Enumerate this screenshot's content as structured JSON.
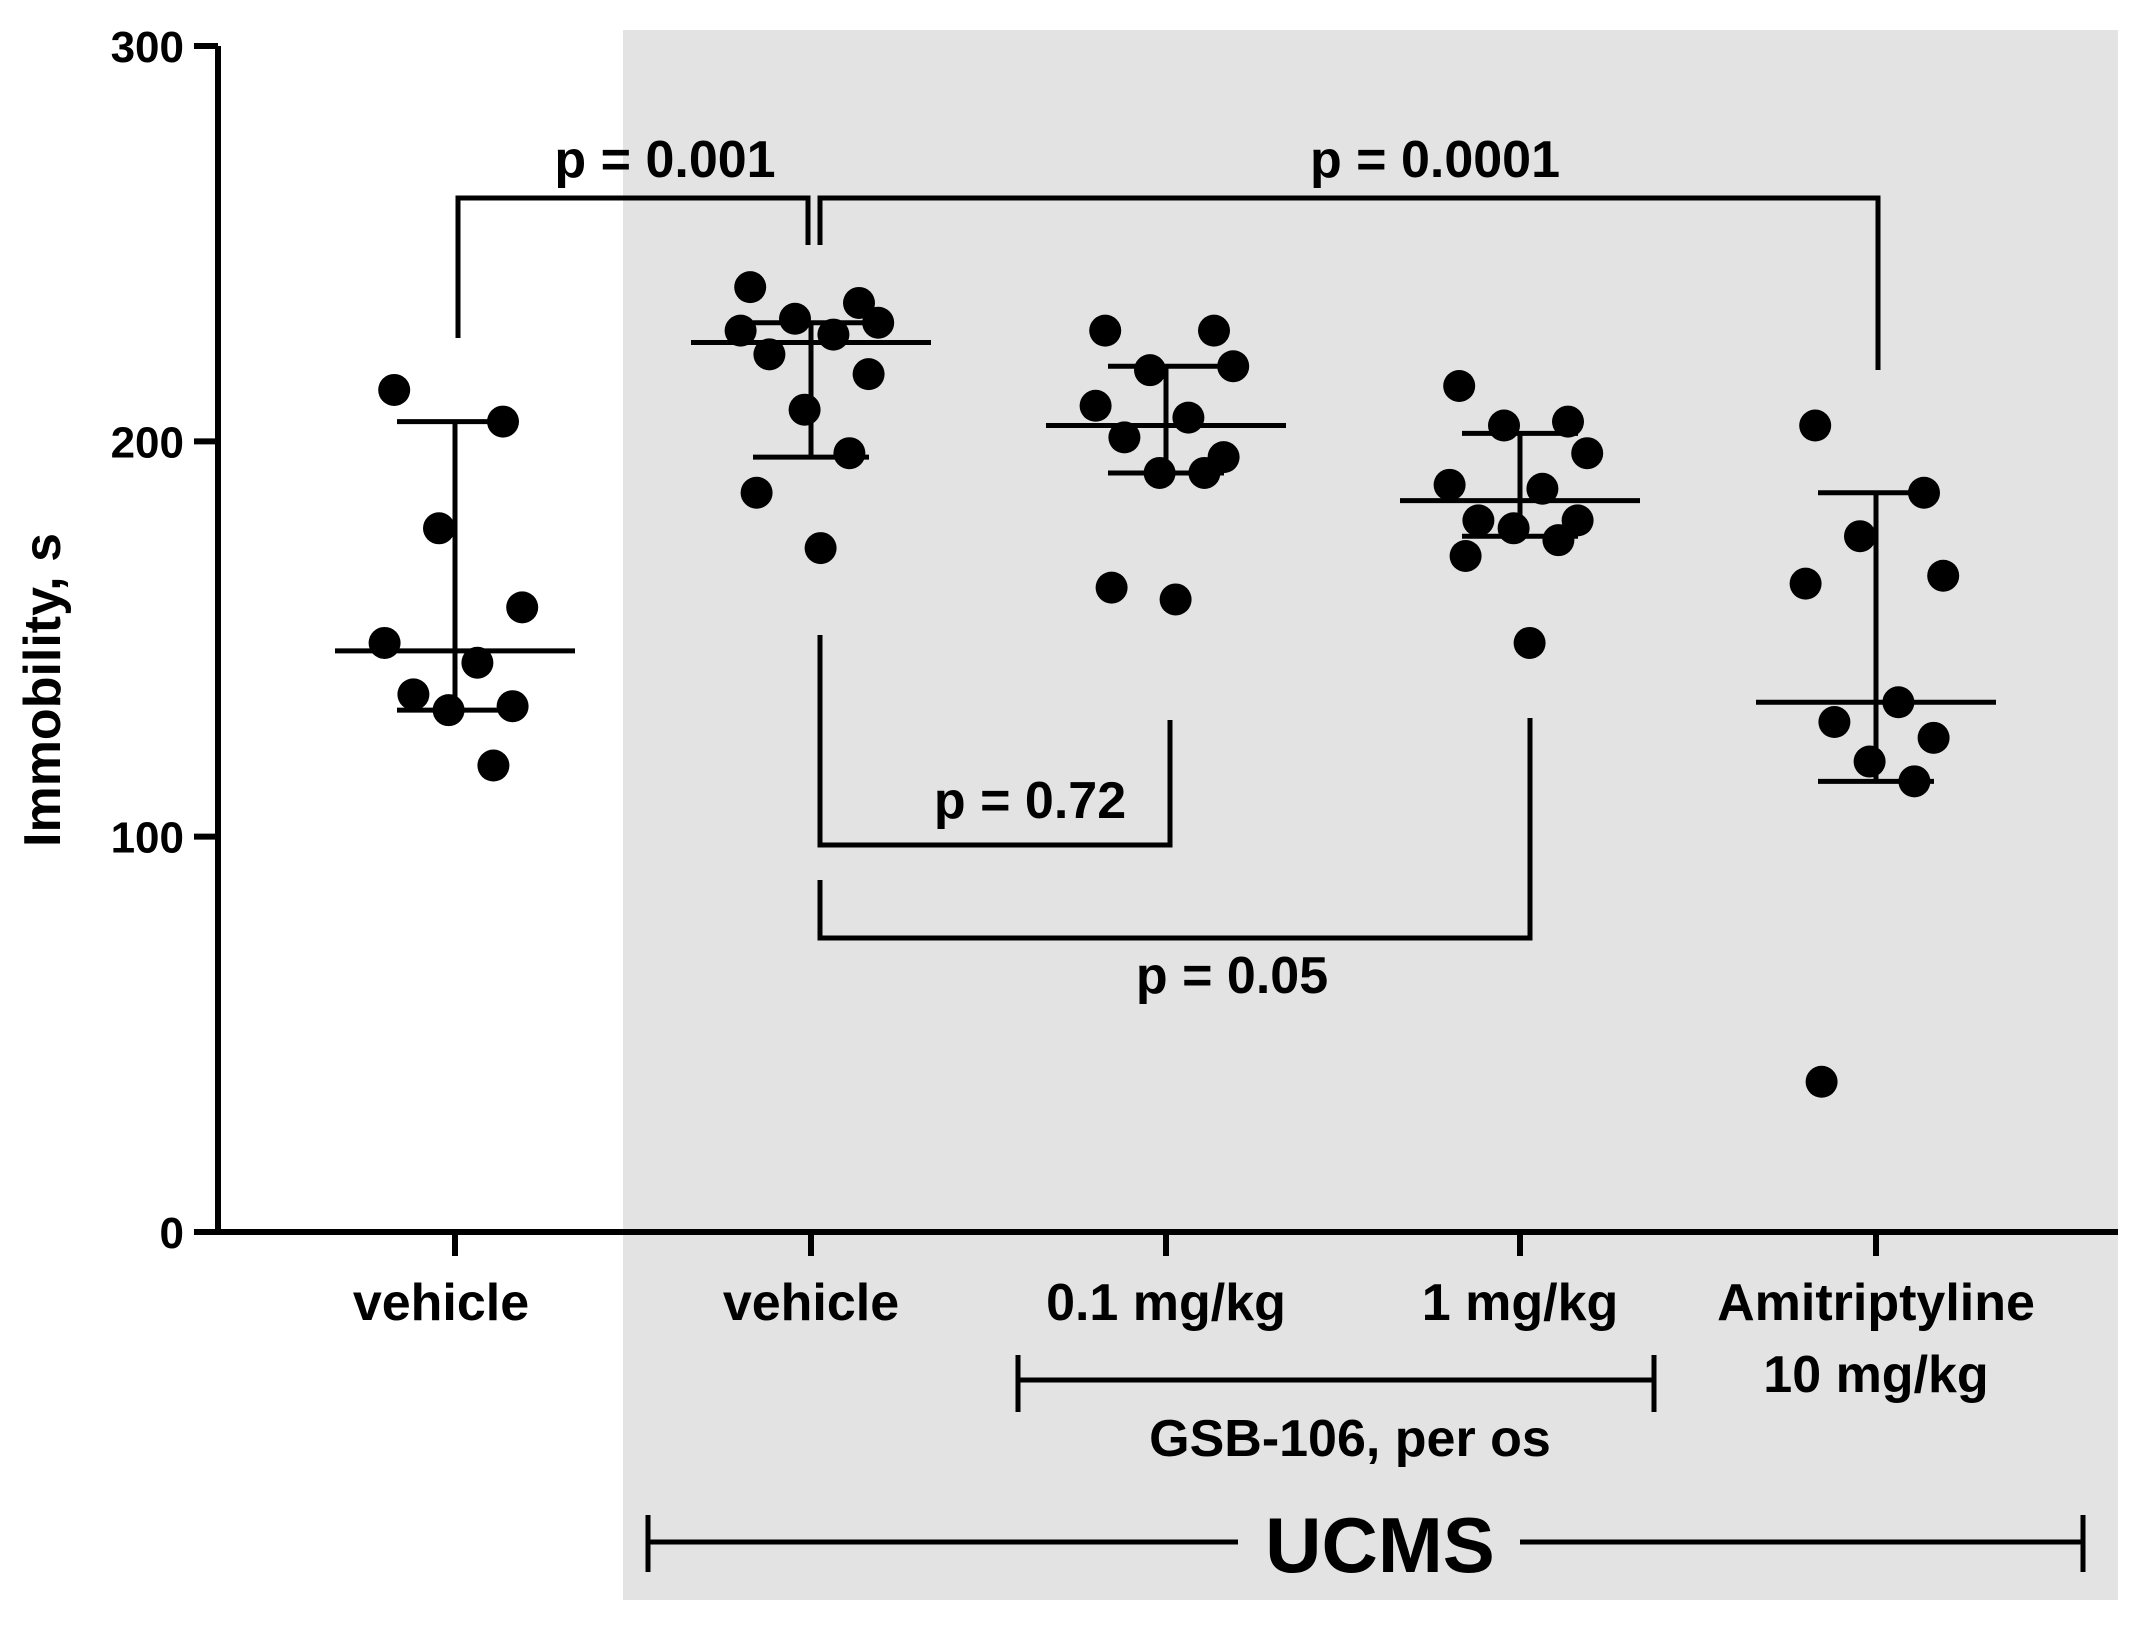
{
  "chart_data": {
    "type": "scatter",
    "ylabel": "Immobility, s",
    "ylim": [
      0,
      300
    ],
    "yticks": [
      0,
      100,
      200,
      300
    ],
    "grid": false,
    "colors": {
      "points": "#000000",
      "ucms_shading": "#e3e3e3"
    },
    "groups": [
      {
        "label": "vehicle",
        "ucms": false,
        "median": 147,
        "iqr": [
          132,
          205
        ],
        "points": [
          213,
          205,
          178,
          158,
          149,
          144,
          136,
          133,
          132,
          118
        ]
      },
      {
        "label": "vehicle",
        "ucms": true,
        "median": 225,
        "iqr": [
          196,
          230
        ],
        "points": [
          239,
          235,
          231,
          230,
          228,
          227,
          222,
          217,
          208,
          197,
          187,
          173
        ]
      },
      {
        "label": "0.1 mg/kg",
        "ucms": true,
        "median": 204,
        "iqr": [
          192,
          219
        ],
        "points": [
          228,
          228,
          218,
          219,
          209,
          206,
          201,
          196,
          192,
          192,
          163,
          160
        ]
      },
      {
        "label": "1 mg/kg",
        "ucms": true,
        "median": 185,
        "iqr": [
          176,
          202
        ],
        "points": [
          214,
          205,
          204,
          197,
          189,
          188,
          180,
          180,
          178,
          175,
          171,
          149
        ]
      },
      {
        "label": "Amitriptyline\n10 mg/kg",
        "ucms": true,
        "median": 134,
        "iqr": [
          114,
          187
        ],
        "points": [
          204,
          187,
          176,
          166,
          164,
          134,
          129,
          125,
          119,
          114,
          38
        ]
      }
    ],
    "comparisons": [
      {
        "label": "p = 0.001"
      },
      {
        "label": "p = 0.0001"
      },
      {
        "label": "p = 0.72"
      },
      {
        "label": "p = 0.05"
      }
    ],
    "group_brackets": [
      {
        "label": "GSB-106, per os"
      },
      {
        "label": "UCMS"
      }
    ]
  }
}
